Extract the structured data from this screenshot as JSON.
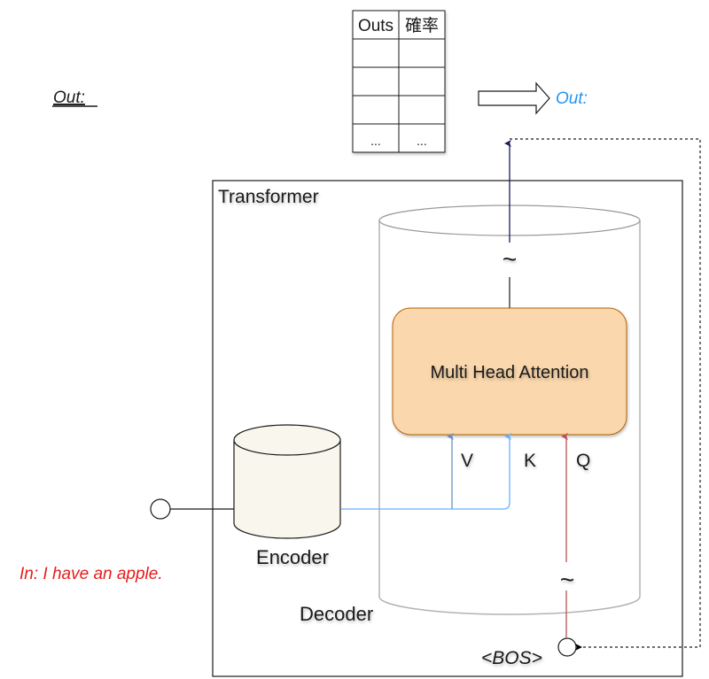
{
  "diagram": {
    "output_table": {
      "headers": [
        "Outs",
        "確率"
      ],
      "rows": [
        [
          "",
          ""
        ],
        [
          "",
          ""
        ],
        [
          "",
          ""
        ],
        [
          "...",
          "..."
        ]
      ]
    },
    "left_out_label": "Out:",
    "right_out_label": "Out:",
    "container_label": "Transformer",
    "encoder_label": "Encoder",
    "decoder_label": "Decoder",
    "attention_label": "Multi Head Attention",
    "input_labels": {
      "v": "V",
      "k": "K",
      "q": "Q"
    },
    "tilde_symbol": "~",
    "input_sentence": "In: I have an apple.",
    "bos_label": "<BOS>",
    "colors": {
      "attention_fill": "#fad7ac",
      "attention_stroke": "#b46504",
      "encoder_fill": "#f9f7ed",
      "input_text": "#e81b1b",
      "out_text": "#2196f3",
      "v_arrow": "#6c8ebf",
      "k_arrow": "#66b2ff",
      "q_arrow": "#b85450",
      "output_arrow": "#1a1a5e",
      "decoder_stroke": "#b3b3b3"
    }
  }
}
